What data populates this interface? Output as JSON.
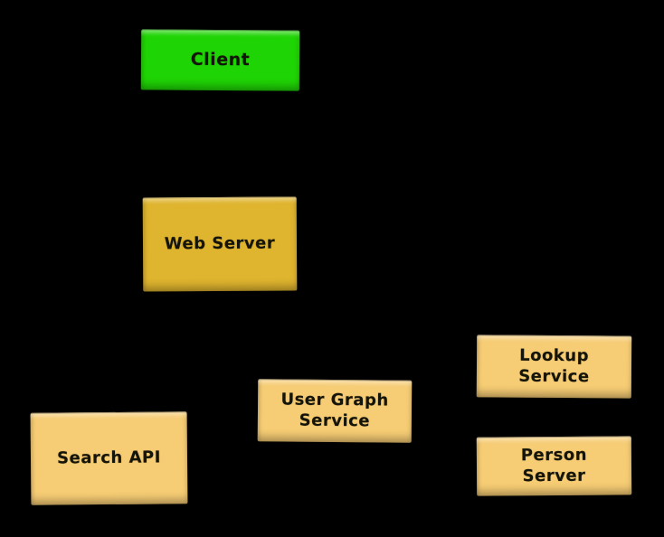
{
  "canvas": {
    "background": "#000000",
    "label_text_color": "#141408"
  },
  "nodes": {
    "client": {
      "label": "Client",
      "fill": "#1fd405"
    },
    "web_server": {
      "label": "Web Server",
      "fill": "#dfb42e"
    },
    "search_api": {
      "label": "Search API",
      "fill": "#f6cc74"
    },
    "user_graph_service": {
      "label": "User Graph\nService",
      "fill": "#f6cc74"
    },
    "lookup_service": {
      "label": "Lookup\nService",
      "fill": "#f6cc74"
    },
    "person_server": {
      "label": "Person\nServer",
      "fill": "#f6cc74"
    }
  }
}
